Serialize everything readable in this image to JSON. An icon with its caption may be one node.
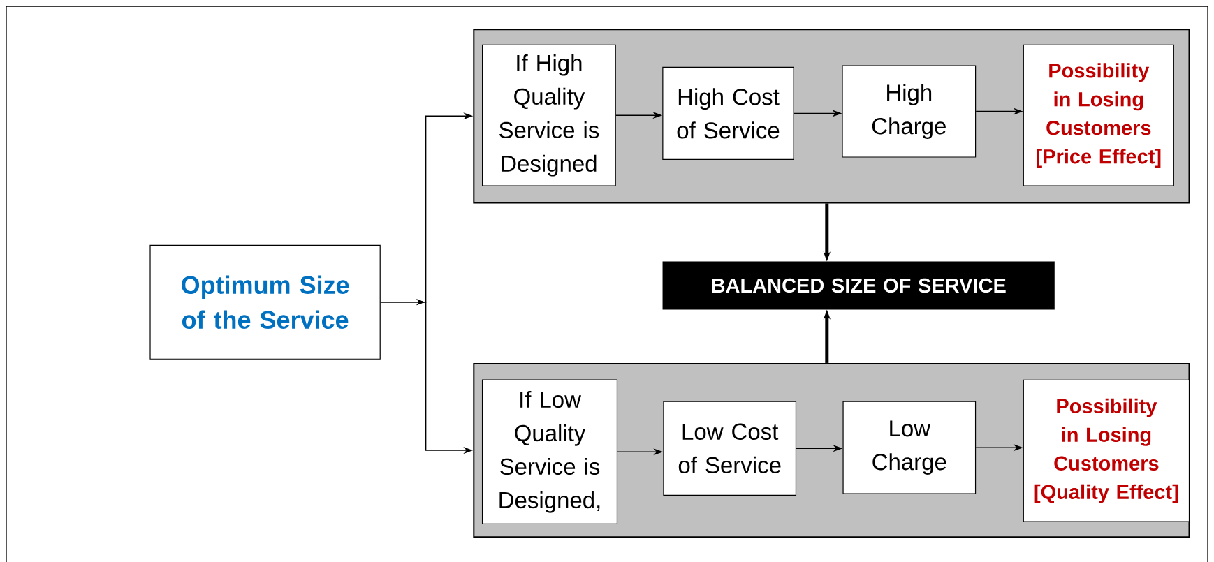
{
  "diagram": {
    "nodes": [
      {
        "text": [
          "Optimum Size of the Service"
        ]
      },
      {
        "text": [],
        "shape": "box"
      },
      {
        "text": [
          "If High Quality Service is Designed"
        ],
        "in": 1
      },
      {
        "text": [
          "High Cost of Service"
        ],
        "in": 1
      },
      {
        "text": [
          "High Charge"
        ],
        "in": 1
      },
      {
        "text": [
          "Possibility in Losing Customers [Price Effect]"
        ],
        "in": 1
      },
      {
        "text": [
          "BALANCED SIZE OF SERVICE"
        ]
      },
      {
        "text": [],
        "shape": "box"
      },
      {
        "text": [
          "If Low Quality Service is Designed,"
        ],
        "in": 7
      },
      {
        "text": [
          "Low Cost of Service"
        ],
        "in": 7
      },
      {
        "text": [
          "Low Charge"
        ],
        "in": 7
      },
      {
        "text": [
          "Possibility in Losing Customers [Quality Effect]"
        ],
        "in": 7
      }
    ],
    "edges": [
      {
        "from": 0,
        "to": 1,
        "arrow": "to"
      },
      {
        "from": 0,
        "to": 7,
        "arrow": "to"
      },
      {
        "from": 2,
        "to": 3,
        "arrow": "to"
      },
      {
        "from": 3,
        "to": 4,
        "arrow": "to"
      },
      {
        "from": 4,
        "to": 5,
        "arrow": "to"
      },
      {
        "from": 1,
        "to": 6,
        "arrow": "to",
        "style": "thick"
      },
      {
        "from": 7,
        "to": 6,
        "arrow": "to",
        "style": "thick"
      },
      {
        "from": 8,
        "to": 9,
        "arrow": "to"
      },
      {
        "from": 9,
        "to": 10,
        "arrow": "to"
      },
      {
        "from": 10,
        "to": 11,
        "arrow": "to"
      }
    ]
  }
}
